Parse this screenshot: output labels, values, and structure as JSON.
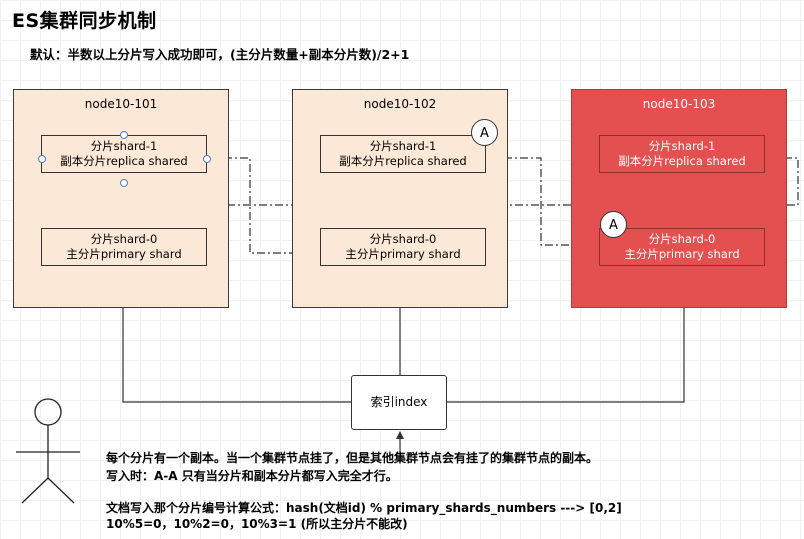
{
  "title": "ES集群同步机制",
  "subtitle": "默认：半数以上分片写入成功即可，(主分片数量+副本分片数)/2+1",
  "nodes": [
    {
      "name": "node10-101",
      "replica_line1": "分片shard-1",
      "replica_line2": "副本分片replica shared",
      "primary_line1": "分片shard-0",
      "primary_line2": "主分片primary shard"
    },
    {
      "name": "node10-102",
      "replica_line1": "分片shard-1",
      "replica_line2": "副本分片replica shared",
      "primary_line1": "分片shard-0",
      "primary_line2": "主分片primary shard",
      "badge": "A"
    },
    {
      "name": "node10-103",
      "replica_line1": "分片shard-1",
      "replica_line2": "副本分片replica shared",
      "primary_line1": "分片shard-0",
      "primary_line2": "主分片primary shard",
      "badge": "A"
    }
  ],
  "index_label": "索引index",
  "notes": [
    "每个分片有一个副本。当一个集群节点挂了，但是其他集群节点会有挂了的集群节点的副本。",
    "写入时：A-A 只有当分片和副本分片都写入完全才行。",
    "文档写入那个分片编号计算公式：hash(文档id) % primary_shards_numbers ---> [0,2]",
    "10%5=0，10%2=0，10%3=1 (所以主分片不能改)"
  ],
  "colors": {
    "node_fill": "#fbe8d6",
    "failed_node_fill": "#e45050"
  }
}
